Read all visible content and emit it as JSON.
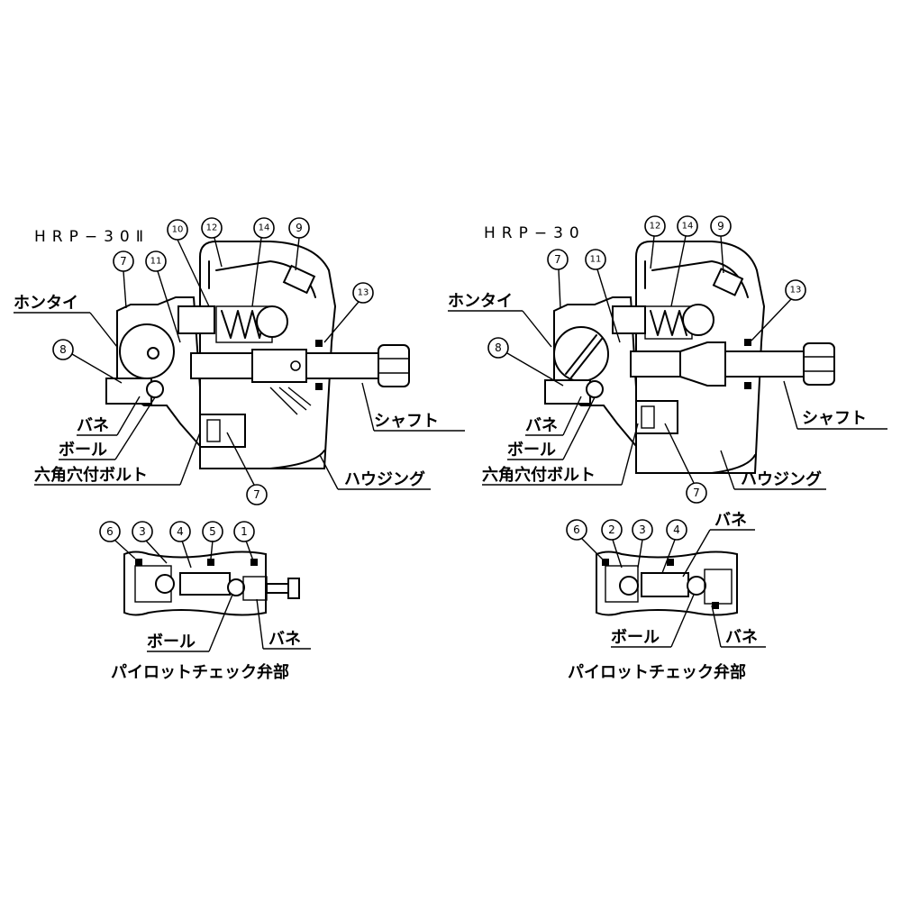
{
  "left": {
    "title": "HRP−30Ⅱ",
    "labels": {
      "hontai": "ホンタイ",
      "bane": "バネ",
      "ball": "ボール",
      "hex_bolt": "六角穴付ボルト",
      "shaft": "シャフト",
      "housing": "ハウジング"
    },
    "callouts": {
      "n10": "10",
      "n12": "12",
      "n14": "14",
      "n9": "9",
      "n7a": "7",
      "n11": "11",
      "n13": "13",
      "n8": "8",
      "n7b": "7"
    },
    "pilot": {
      "callouts": {
        "n6": "6",
        "n3": "3",
        "n4": "4",
        "n5": "5",
        "n1": "1"
      },
      "ball": "ボール",
      "bane": "バネ",
      "caption": "パイロットチェック弁部"
    }
  },
  "right": {
    "title": "HRP−30",
    "labels": {
      "hontai": "ホンタイ",
      "bane": "バネ",
      "ball": "ボール",
      "hex_bolt": "六角穴付ボルト",
      "shaft": "シャフト",
      "housing": "ハウジング"
    },
    "callouts": {
      "n12": "12",
      "n14": "14",
      "n9": "9",
      "n7a": "7",
      "n11": "11",
      "n13": "13",
      "n8": "8",
      "n7b": "7"
    },
    "pilot": {
      "callouts": {
        "n6": "6",
        "n2": "2",
        "n3": "3",
        "n4": "4"
      },
      "bane_top": "バネ",
      "ball": "ボール",
      "bane": "バネ",
      "caption": "パイロットチェック弁部"
    }
  }
}
